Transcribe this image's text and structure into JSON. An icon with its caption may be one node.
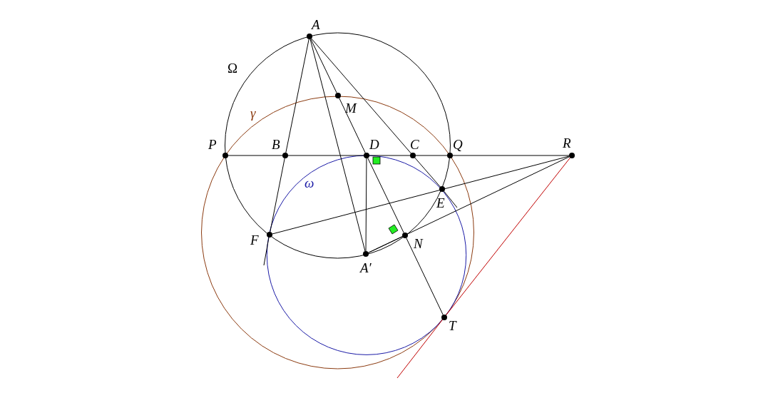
{
  "diagram": {
    "nodes": [
      {
        "text": [
          "A"
        ]
      },
      {
        "text": [
          "M"
        ]
      },
      {
        "text": [
          "P"
        ]
      },
      {
        "text": [
          "B"
        ]
      },
      {
        "text": [
          "D"
        ]
      },
      {
        "text": [
          "C"
        ]
      },
      {
        "text": [
          "Q"
        ]
      },
      {
        "text": [
          "R"
        ]
      },
      {
        "text": [
          "E"
        ]
      },
      {
        "text": [
          "F"
        ]
      },
      {
        "text": [
          "N"
        ]
      },
      {
        "text": [
          "A′"
        ]
      },
      {
        "text": [
          "T"
        ]
      }
    ],
    "edges": [
      {
        "from": 2,
        "to": 3,
        "arrow": "none"
      },
      {
        "from": 3,
        "to": 4,
        "arrow": "none"
      },
      {
        "from": 4,
        "to": 5,
        "arrow": "none"
      },
      {
        "from": 5,
        "to": 6,
        "arrow": "none"
      },
      {
        "from": 6,
        "to": 7,
        "arrow": "none"
      },
      {
        "from": 0,
        "to": 3,
        "arrow": "none"
      },
      {
        "from": 3,
        "to": 9,
        "arrow": "none"
      },
      {
        "from": 0,
        "to": 11,
        "arrow": "none"
      },
      {
        "from": 0,
        "to": 1,
        "arrow": "none"
      },
      {
        "from": 1,
        "to": 4,
        "arrow": "none"
      },
      {
        "from": 4,
        "to": 10,
        "arrow": "none"
      },
      {
        "from": 10,
        "to": 12,
        "arrow": "none"
      },
      {
        "from": 0,
        "to": 5,
        "arrow": "none"
      },
      {
        "from": 5,
        "to": 8,
        "arrow": "none"
      },
      {
        "from": 8,
        "to": null,
        "arrow": "none"
      },
      {
        "from": 4,
        "to": 11,
        "arrow": "none"
      },
      {
        "from": 9,
        "to": 7,
        "arrow": "none"
      },
      {
        "from": 11,
        "to": 10,
        "arrow": "none"
      },
      {
        "from": 11,
        "to": 7,
        "arrow": "none"
      },
      {
        "from": 7,
        "to": 12,
        "arrow": "none",
        "color": "#c00000"
      },
      {
        "from": 12,
        "to": null,
        "arrow": "none",
        "color": "#c00000"
      }
    ],
    "labels": [
      "Ω",
      "γ",
      "ω"
    ]
  }
}
